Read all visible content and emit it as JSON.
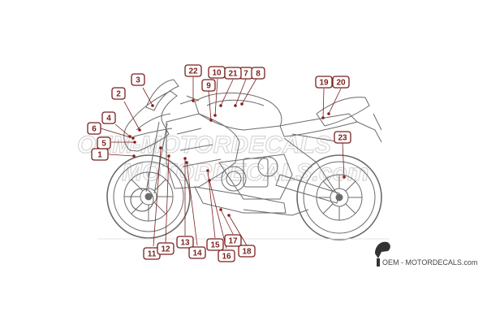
{
  "watermark": {
    "line1": "OEM-MOTORDECALS",
    "line2": "MOTORDECALS.com"
  },
  "brand": {
    "text": "OEM - MOTORDECALS.com",
    "icon": "helmet-logo-icon"
  },
  "callouts": [
    {
      "id": "1"
    },
    {
      "id": "2"
    },
    {
      "id": "3"
    },
    {
      "id": "4"
    },
    {
      "id": "5"
    },
    {
      "id": "6"
    },
    {
      "id": "7"
    },
    {
      "id": "8"
    },
    {
      "id": "9"
    },
    {
      "id": "10"
    },
    {
      "id": "11"
    },
    {
      "id": "12"
    },
    {
      "id": "13"
    },
    {
      "id": "14"
    },
    {
      "id": "15"
    },
    {
      "id": "16"
    },
    {
      "id": "17"
    },
    {
      "id": "18"
    },
    {
      "id": "19"
    },
    {
      "id": "20"
    },
    {
      "id": "21"
    },
    {
      "id": "22"
    },
    {
      "id": "23"
    }
  ],
  "colors": {
    "callout": "#7a1f1f",
    "linework": "#6b6b6b",
    "watermark": "#d6d6d6"
  }
}
